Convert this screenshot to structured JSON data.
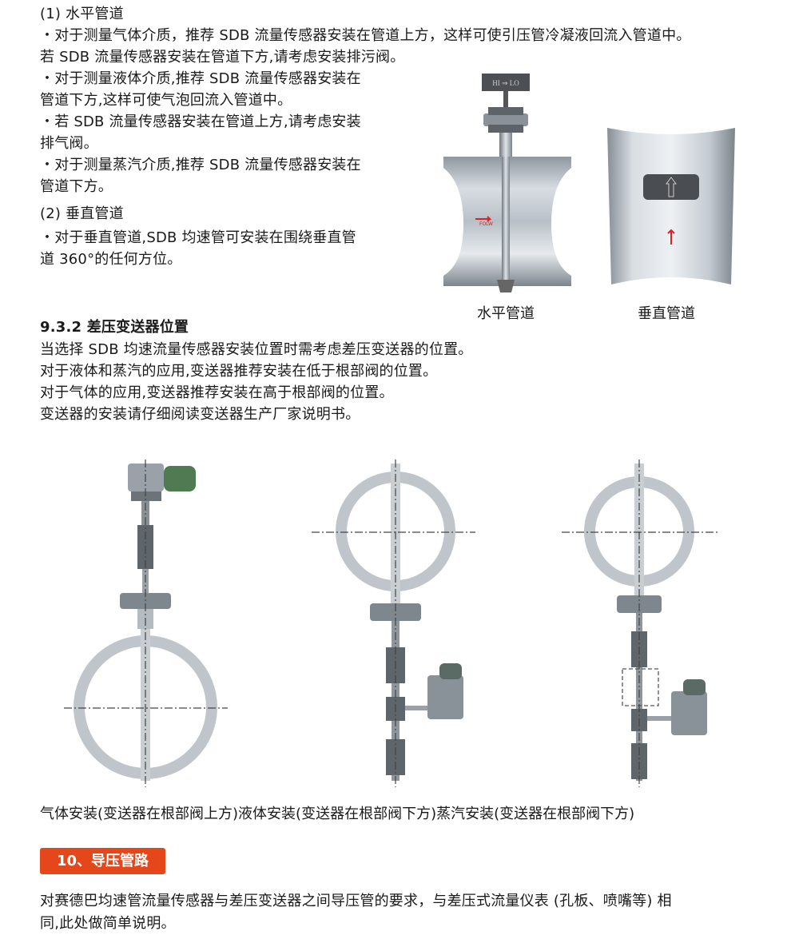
{
  "section1": {
    "horizontal_title": "(1) 水平管道",
    "lines": [
      "・对于测量气体介质，推荐 SDB 流量传感器安装在管道上方，这样可使引压管冷凝液回流入管道中。",
      "若 SDB 流量传感器安装在管道下方,请考虑安装排污阀。",
      "・对于测量液体介质,推荐 SDB 流量传感器安装在",
      "管道下方,这样可使气泡回流入管道中。",
      "・若 SDB 流量传感器安装在管道上方,请考虑安装",
      "排气阀。",
      "・对于测量蒸汽介质,推荐 SDB 流量传感器安装在",
      "管道下方。"
    ],
    "vertical_title": "(2) 垂直管道",
    "vertical_lines": [
      "・对于垂直管道,SDB 均速管可安装在围绕垂直管",
      "道 360°的任何方位。"
    ]
  },
  "figures_top": {
    "horizontal_caption": "水平管道",
    "vertical_caption": "垂直管道",
    "hi_lo_label": "HI ⇒ LO",
    "flow_label": "FOLW"
  },
  "section2": {
    "title": "9.3.2 差压变送器位置",
    "lines": [
      "当选择 SDB 均速流量传感器安装位置时需考虑差压变送器的位置。",
      "对于液体和蒸汽的应用,变送器推荐安装在低于根部阀的位置。",
      "对于气体的应用,变送器推荐安装在高于根部阀的位置。",
      "变送器的安装请仔细阅读变送器生产厂家说明书。"
    ]
  },
  "figures_bottom": {
    "caption": "气体安装(变送器在根部阀上方)液体安装(变送器在根部阀下方)蒸汽安装(变送器在根部阀下方)",
    "items": [
      "气体安装(变送器在根部阀上方)",
      "液体安装(变送器在根部阀下方)",
      "蒸汽安装(变送器在根部阀下方)"
    ]
  },
  "section3": {
    "badge": "10、导压管路",
    "badge_color": "#e5461a",
    "lines": [
      "对赛德巴均速管流量传感器与差压变送器之间导压管的要求，与差压式流量仪表 (孔板、喷嘴等) 相",
      "同,此处做简单说明。"
    ]
  }
}
